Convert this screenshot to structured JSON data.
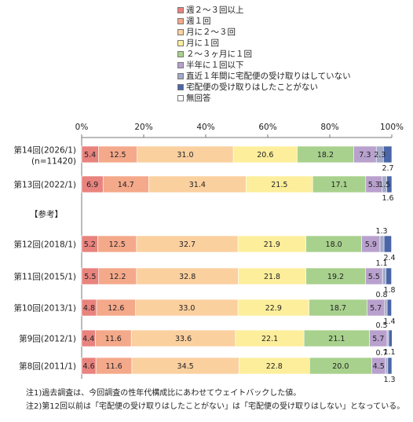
{
  "chart_data": {
    "type": "bar",
    "orientation": "horizontal-stacked-100",
    "x_ticks": [
      "0%",
      "20%",
      "40%",
      "60%",
      "80%",
      "100%"
    ],
    "xlim": [
      0,
      100
    ],
    "grid": false,
    "legend_position": "top",
    "legend": [
      {
        "name": "週２～３回以上",
        "color": "#e8837e"
      },
      {
        "name": "週１回",
        "color": "#f4a98a"
      },
      {
        "name": "月に２～３回",
        "color": "#fbd09f"
      },
      {
        "name": "月に１回",
        "color": "#fdee9c"
      },
      {
        "name": "２～３ヶ月に１回",
        "color": "#a8d18d"
      },
      {
        "name": "半年に１回以下",
        "color": "#b9a1ce"
      },
      {
        "name": "直近１年間に宅配便の受け取りはしていない",
        "color": "#a3aac9"
      },
      {
        "name": "宅配便の受け取りはしたことがない",
        "color": "#4a66a8"
      },
      {
        "name": "無回答",
        "color": "#ffffff"
      }
    ],
    "section_label": "【参考】",
    "rows": [
      {
        "label": "第14回(2026/1)",
        "sublabel": "(n=11420)",
        "values": [
          5.4,
          12.5,
          31.0,
          20.6,
          18.2,
          7.3,
          2.3,
          2.7,
          0
        ],
        "labels_in_bar": [
          "5.4",
          "12.5",
          "31.0",
          "20.6",
          "18.2",
          "7.3",
          "2.3"
        ],
        "labels_outside": [
          "2.7"
        ]
      },
      {
        "label": "第13回(2022/1)",
        "sublabel": "",
        "values": [
          6.9,
          14.7,
          31.4,
          21.5,
          17.1,
          5.3,
          1.5,
          1.6,
          0
        ],
        "labels_in_bar": [
          "6.9",
          "14.7",
          "31.4",
          "21.5",
          "17.1",
          "5.3",
          "1.5"
        ],
        "labels_outside": [
          "1.6"
        ]
      },
      {
        "label": "第12回(2018/1)",
        "sublabel": "",
        "values": [
          5.2,
          12.5,
          32.7,
          21.9,
          18.0,
          5.9,
          1.3,
          2.4,
          0
        ],
        "labels_in_bar": [
          "5.2",
          "12.5",
          "32.7",
          "21.9",
          "18.0",
          "5.9"
        ],
        "labels_outside": [
          "1.3",
          "2.4"
        ]
      },
      {
        "label": "第11回(2015/1)",
        "sublabel": "",
        "values": [
          5.5,
          12.2,
          32.8,
          21.8,
          19.2,
          5.5,
          1.1,
          1.8,
          0
        ],
        "labels_in_bar": [
          "5.5",
          "12.2",
          "32.8",
          "21.8",
          "19.2",
          "5.5"
        ],
        "labels_outside": [
          "1.1",
          "1.8"
        ]
      },
      {
        "label": "第10回(2013/1)",
        "sublabel": "",
        "values": [
          4.8,
          12.6,
          33.0,
          22.9,
          18.7,
          5.7,
          0.8,
          1.4,
          0
        ],
        "labels_in_bar": [
          "4.8",
          "12.6",
          "33.0",
          "22.9",
          "18.7",
          "5.7"
        ],
        "labels_outside": [
          "0.8",
          "1.4"
        ]
      },
      {
        "label": "第9回(2012/1)",
        "sublabel": "",
        "values": [
          4.4,
          11.6,
          33.6,
          22.1,
          21.1,
          5.7,
          0.5,
          1.1,
          0
        ],
        "labels_in_bar": [
          "4.4",
          "11.6",
          "33.6",
          "22.1",
          "21.1",
          "5.7"
        ],
        "labels_outside": [
          "0.5",
          "1.1"
        ]
      },
      {
        "label": "第8回(2011/1)",
        "sublabel": "",
        "values": [
          4.6,
          11.6,
          34.5,
          22.8,
          20.0,
          4.5,
          0.7,
          1.3,
          0
        ],
        "labels_in_bar": [
          "4.6",
          "11.6",
          "34.5",
          "22.8",
          "20.0",
          "4.5"
        ],
        "labels_outside": [
          "0.7",
          "1.3"
        ]
      }
    ]
  },
  "notes": {
    "note1": "注1)過去調査は、今回調査の性年代構成比にあわせてウェイトバックした値。",
    "note2": "注2)第12回以前は「宅配便の受け取りはしたことがない」は「宅配便の受け取りはしない」となっている。"
  }
}
